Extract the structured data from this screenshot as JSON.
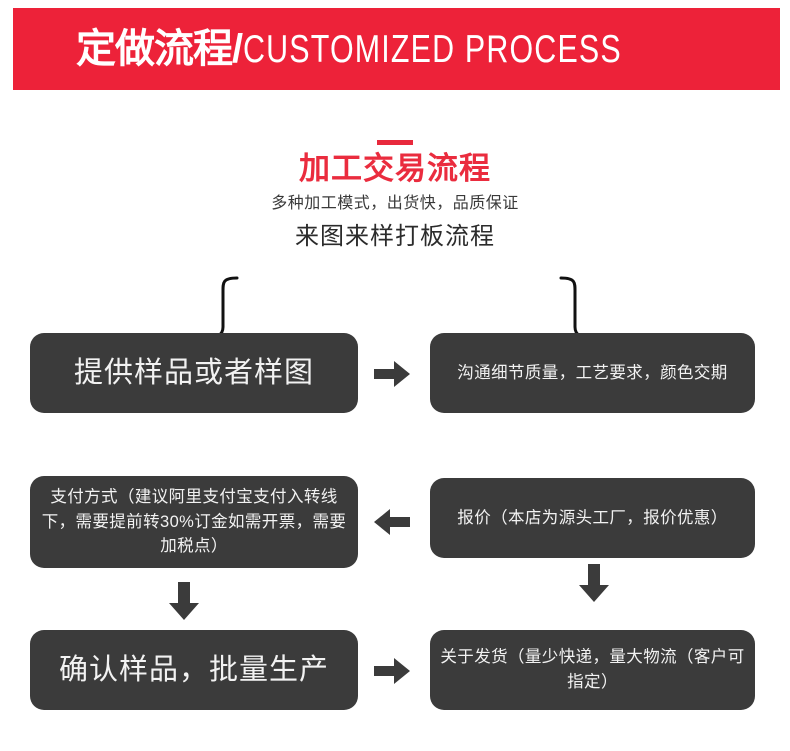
{
  "banner": {
    "title_cn": "定做流程",
    "separator": "/",
    "title_en": "CUSTOMIZED PROCESS",
    "background_color": "#ed2239",
    "text_color": "#ffffff"
  },
  "heading": {
    "accent_dash_color": "#e8293c",
    "title": "加工交易流程",
    "title_color": "#ea2c3e",
    "subtitle": "多种加工模式，出货快，品质保证",
    "tagline": "来图来样打板流程",
    "brace_left": "{",
    "brace_right": "}"
  },
  "flow": {
    "box_color": "#3b3b3b",
    "box_text_color": "#f2f2f2",
    "steps": [
      {
        "id": "step-1",
        "text": "提供样品或者样图",
        "size": "big"
      },
      {
        "id": "step-2",
        "text": "沟通细节质量，工艺要求，颜色交期",
        "size": "small"
      },
      {
        "id": "step-3",
        "text": "支付方式（建议阿里支付宝支付入转线下，需要提前转30%订金如需开票，需要加税点）",
        "size": "small"
      },
      {
        "id": "step-4",
        "text": "报价（本店为源头工厂，报价优惠）",
        "size": "small"
      },
      {
        "id": "step-5",
        "text": "确认样品，批量生产",
        "size": "big"
      },
      {
        "id": "step-6",
        "text": "关于发货（量少快递，量大物流（客户可指定）",
        "size": "small"
      }
    ],
    "connectors": [
      {
        "id": "connector-1",
        "direction": "right",
        "from": "step-1",
        "to": "step-2"
      },
      {
        "id": "connector-2",
        "direction": "down",
        "from": "step-2",
        "to": "step-4"
      },
      {
        "id": "connector-3",
        "direction": "left",
        "from": "step-4",
        "to": "step-3"
      },
      {
        "id": "connector-4",
        "direction": "down",
        "from": "step-3",
        "to": "step-5"
      },
      {
        "id": "connector-5",
        "direction": "right",
        "from": "step-5",
        "to": "step-6"
      }
    ]
  }
}
